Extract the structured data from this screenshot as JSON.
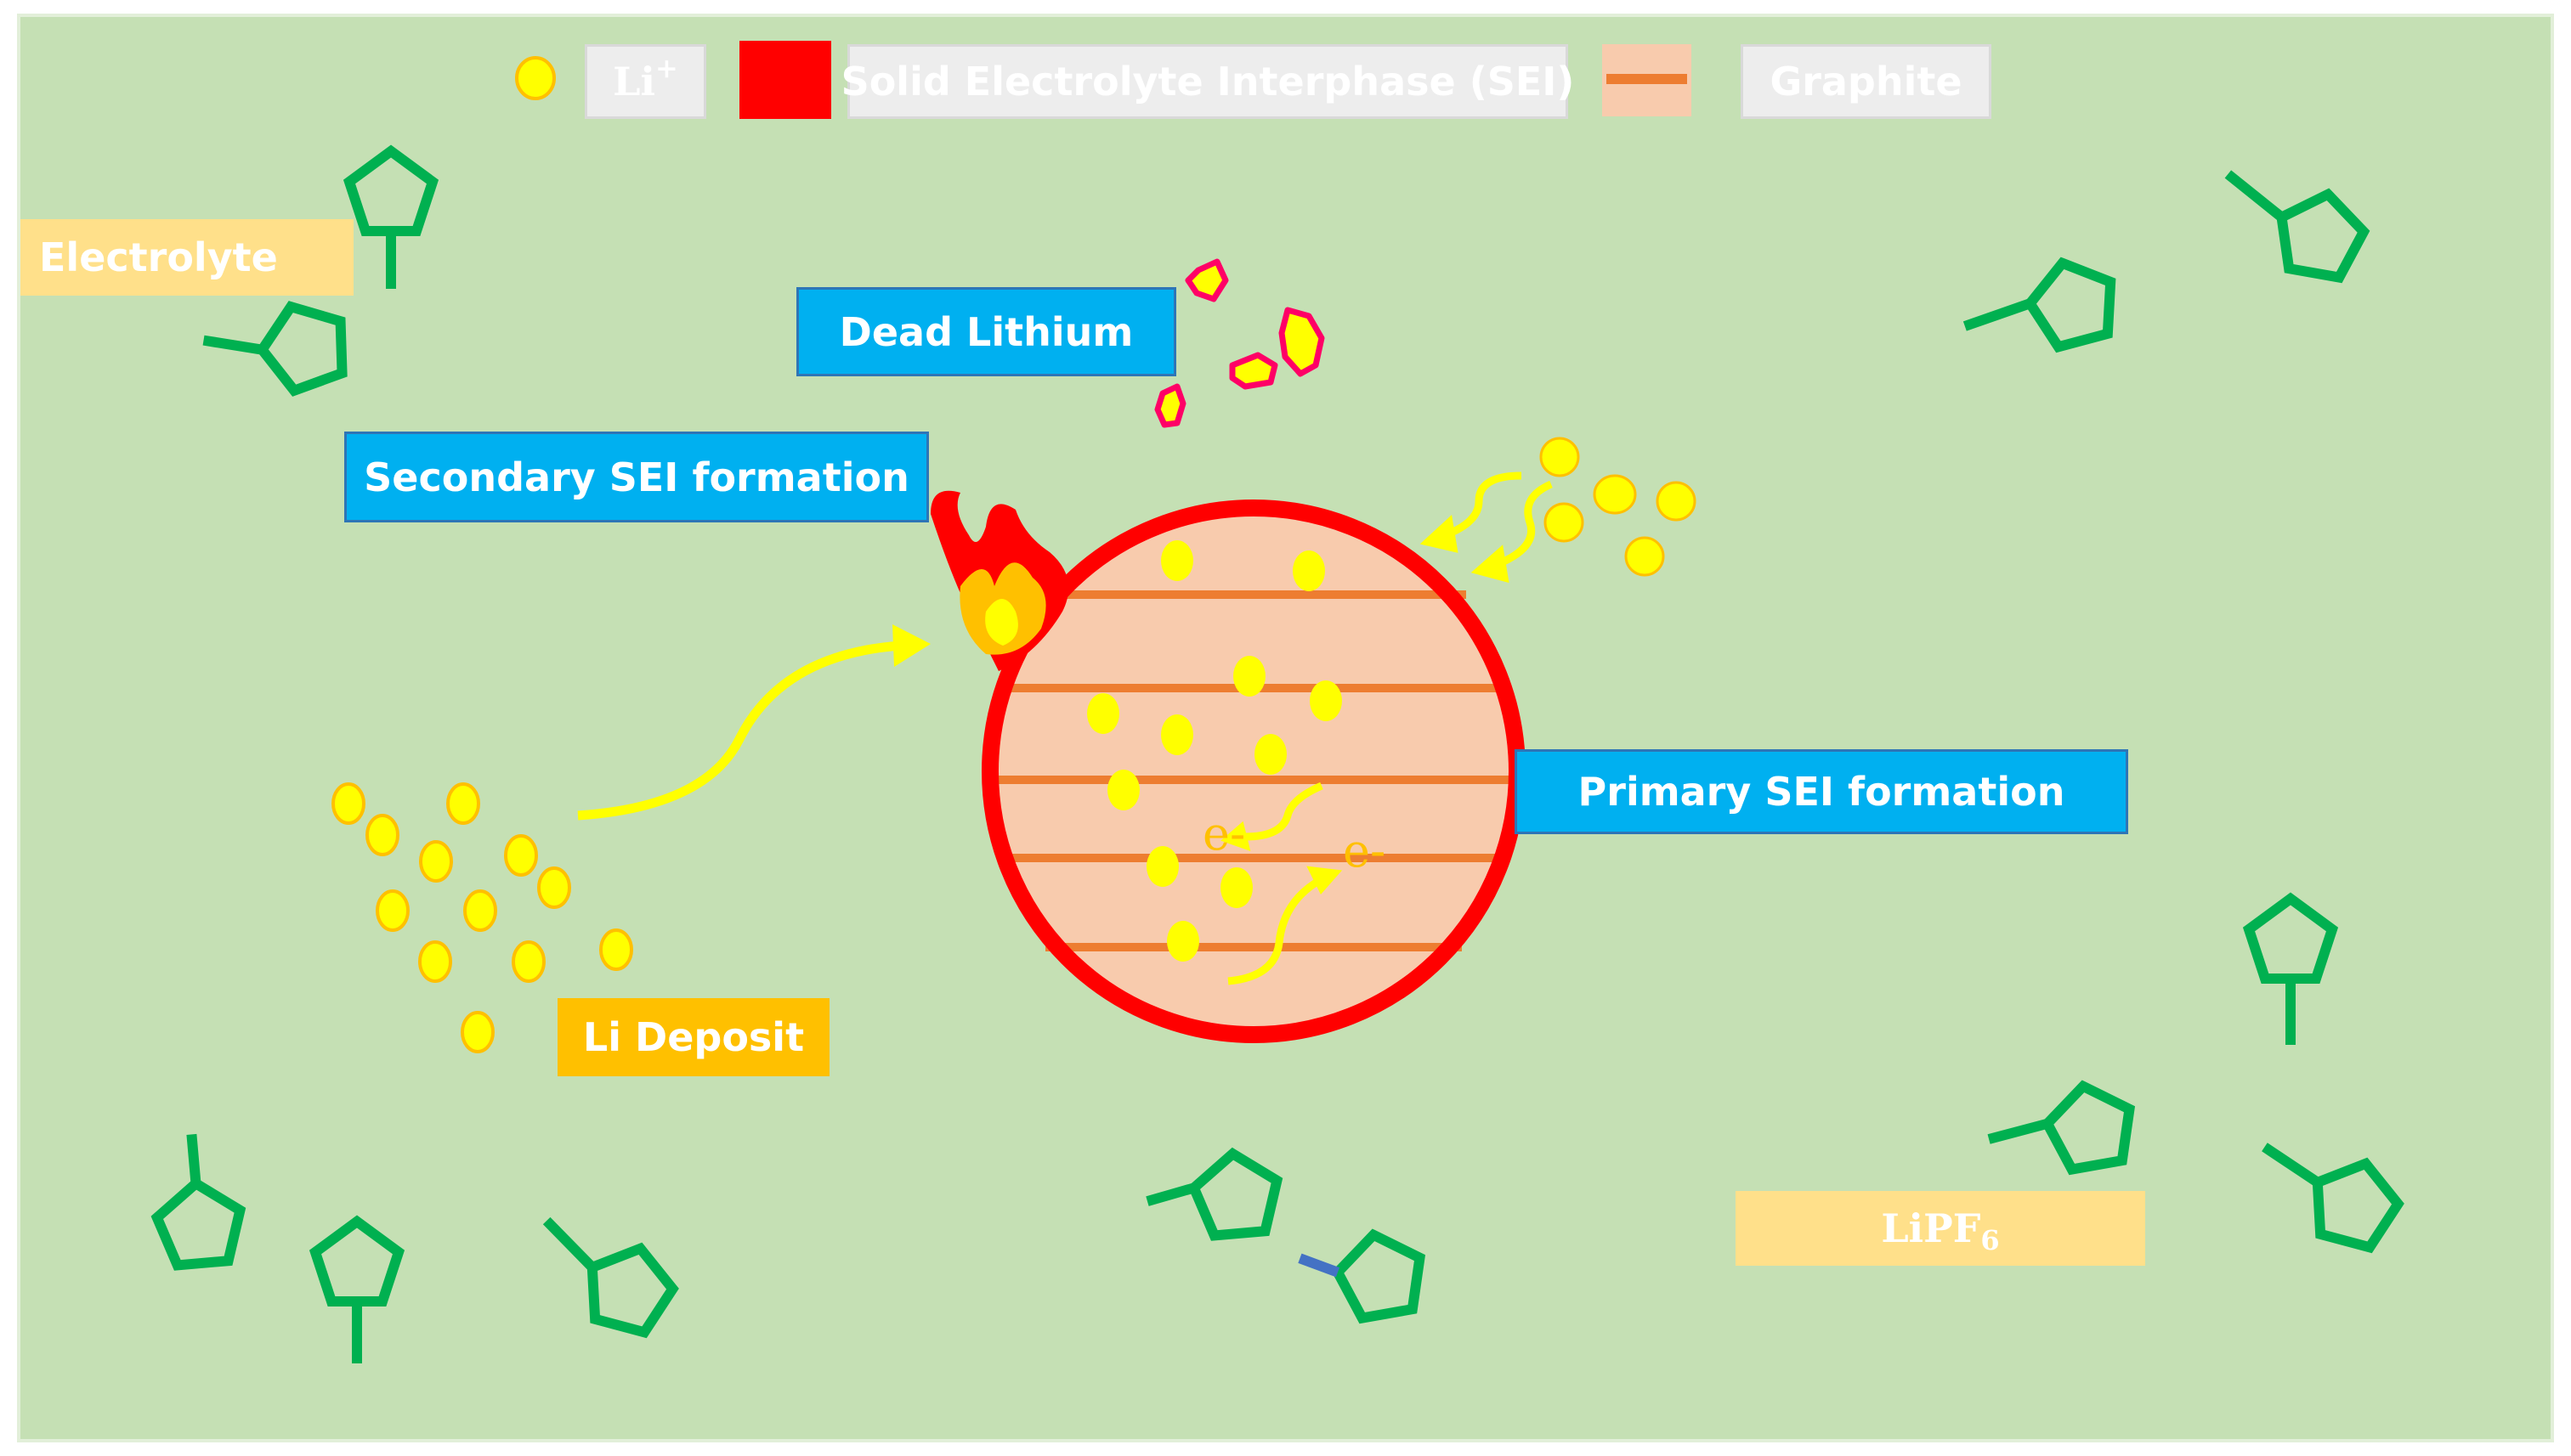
{
  "legend": {
    "li_ion": {
      "text": "Li",
      "sup": "+"
    },
    "sei": "Solid Electrolyte Interphase (SEI)",
    "graphite": "Graphite"
  },
  "labels": {
    "electrolyte": "Electrolyte",
    "dead_lithium": "Dead Lithium",
    "secondary_sei": "Secondary SEI formation",
    "primary_sei": "Primary SEI formation",
    "li_deposit": "Li Deposit",
    "lipf6": {
      "text": "LiPF",
      "sub": "6"
    },
    "electron_1": "e-",
    "electron_2": "e-"
  },
  "colors": {
    "background": "#C5E0B4",
    "sei": "#FF0000",
    "graphite_fill": "#F8CBAD",
    "graphite_line": "#ED7D31",
    "li_ion": "#FFFF00",
    "li_ion_outline": "#FFC000",
    "molecule": "#00B050",
    "label_blue": "#00B0F0",
    "li_deposit_label": "#FFC000",
    "electrolyte_label": "#FFE699"
  }
}
